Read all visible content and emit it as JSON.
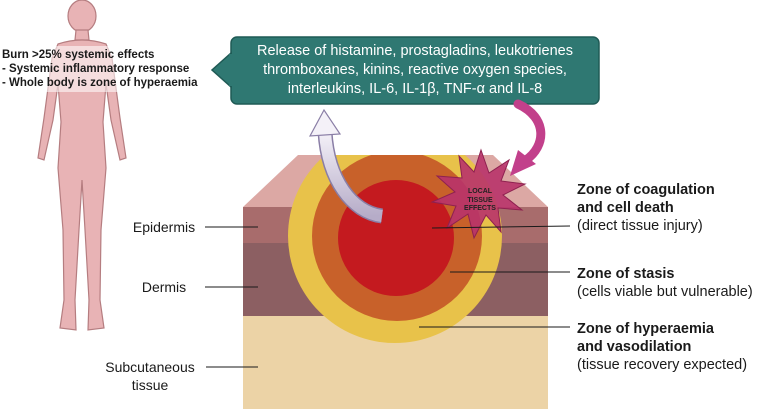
{
  "systemic": {
    "line1": "Burn >25% systemic effects",
    "line2": "- Systemic inflammatory response",
    "line3": "- Whole body is zone of hyperaemia"
  },
  "mediators": {
    "line1": "Release of histamine, prostagladins, leukotrienes",
    "line2": "thromboxanes, kinins, reactive oxygen species,",
    "line3": "interleukins, IL-6, IL-1β, TNF-α and IL-8"
  },
  "local_effects": {
    "line1": "LOCAL",
    "line2": "TISSUE",
    "line3": "EFFECTS"
  },
  "layers": {
    "epidermis": "Epidermis",
    "dermis": "Dermis",
    "subcutaneous_line1": "Subcutaneous",
    "subcutaneous_line2": "tissue"
  },
  "zones": {
    "coagulation": {
      "title1": "Zone of coagulation",
      "title2": "and cell death",
      "desc": "(direct tissue injury)"
    },
    "stasis": {
      "title1": "Zone of stasis",
      "desc": "(cells viable but vulnerable)"
    },
    "hyperaemia": {
      "title1": "Zone of hyperaemia",
      "title2": "and vasodilation",
      "desc": "(tissue recovery expected)"
    }
  },
  "colors": {
    "callout": "#2f7872",
    "zone_coagulation": "#c41a1f",
    "zone_stasis": "#c8612a",
    "zone_hyperaemia": "#e8c24a",
    "epidermis": "#a86c6c",
    "dermis": "#8c5f62",
    "subcutaneous": "#ecd3a6",
    "skin_top": "#dca8a4",
    "body": "#e8b3b5",
    "star": "#b8336a",
    "magenta_arrow": "#c2408b",
    "white_arrow": "#cfc9dc"
  }
}
